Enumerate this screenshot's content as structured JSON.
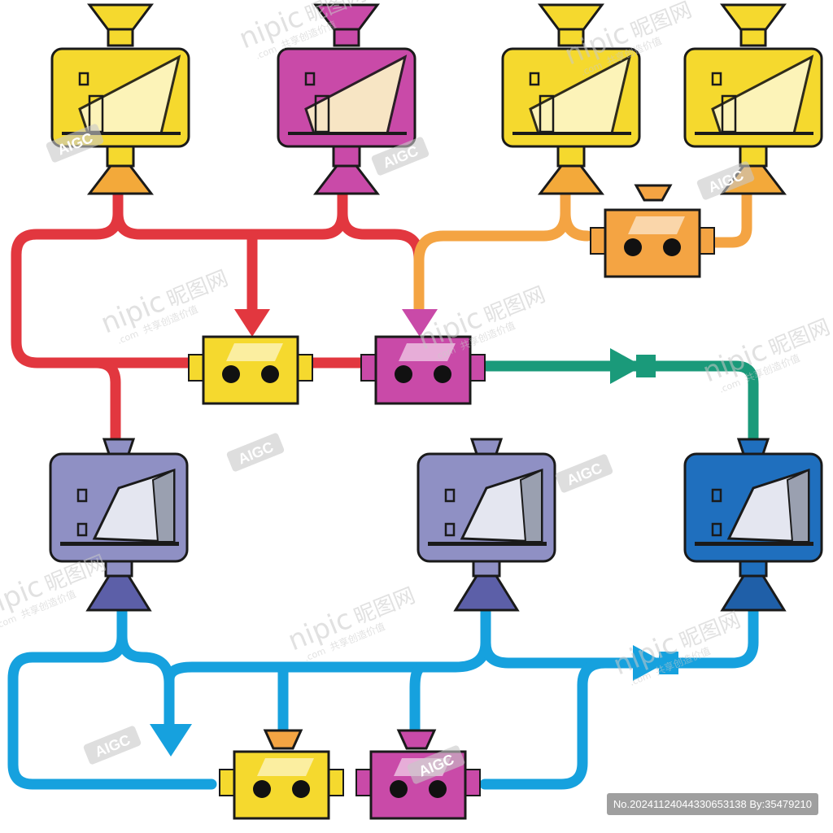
{
  "diagram": {
    "colors": {
      "red_pipe": "#e2373f",
      "orange_pipe": "#f4a443",
      "green_pipe": "#1a9a7a",
      "blue_pipe": "#16a1de",
      "yellow": "#f5d92e",
      "magenta": "#c94aa8",
      "lavender": "#8f90c4",
      "blue": "#1f6fbe",
      "outline": "#1a1a1a"
    },
    "nodes": [
      {
        "id": "top-machine-1",
        "kind": "machine",
        "color": "yellow"
      },
      {
        "id": "top-machine-2",
        "kind": "machine",
        "color": "magenta"
      },
      {
        "id": "top-machine-3",
        "kind": "machine",
        "color": "yellow"
      },
      {
        "id": "top-machine-4",
        "kind": "machine",
        "color": "yellow"
      },
      {
        "id": "orange-junction",
        "kind": "connector",
        "color": "orange"
      },
      {
        "id": "mid-connector-yellow",
        "kind": "connector",
        "color": "yellow"
      },
      {
        "id": "mid-connector-magenta",
        "kind": "connector",
        "color": "magenta"
      },
      {
        "id": "mid-machine-1",
        "kind": "machine",
        "color": "lavender"
      },
      {
        "id": "mid-machine-2",
        "kind": "machine",
        "color": "lavender"
      },
      {
        "id": "mid-machine-3",
        "kind": "machine",
        "color": "blue"
      },
      {
        "id": "bottom-connector-yellow",
        "kind": "connector",
        "color": "yellow"
      },
      {
        "id": "bottom-connector-magenta",
        "kind": "connector",
        "color": "magenta"
      }
    ]
  },
  "watermarks": {
    "site_latin": "nipic",
    "site_cn": "昵图网",
    "site_sub_prefix": ".com",
    "site_sub_cn": "共享创造价值",
    "aigc_badge": "AIGC",
    "image_id": "No.20241124044330653138 By:35479210"
  }
}
